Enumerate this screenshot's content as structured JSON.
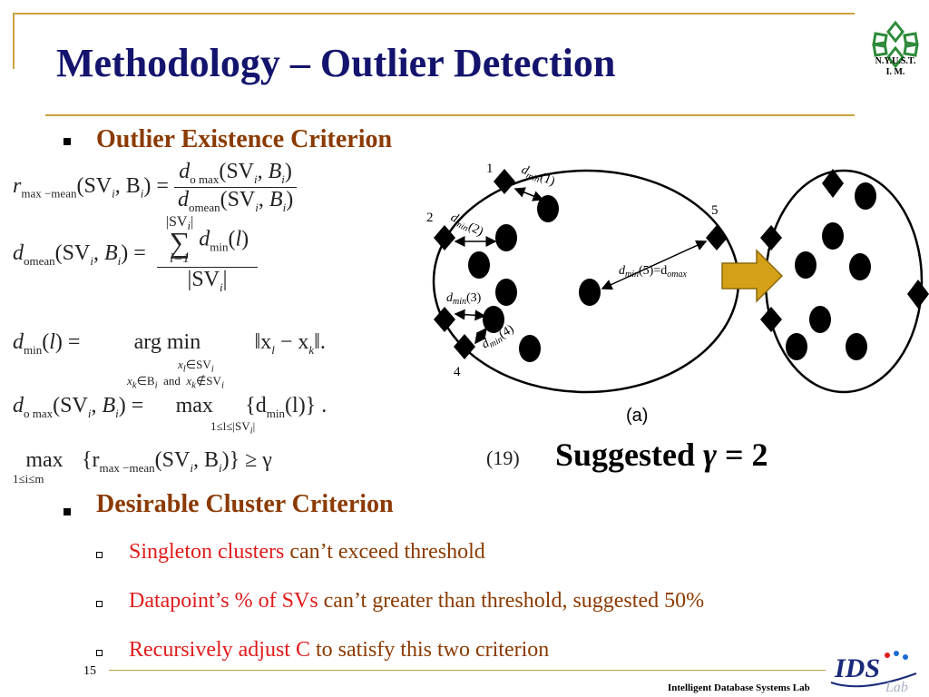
{
  "slide": {
    "title": "Methodology – Outlier Detection",
    "logo_text_line1": "N.Y.U.S.T.",
    "logo_text_line2": "I. M.",
    "page_number": "15",
    "lab_name": "Intelligent Database Systems Lab",
    "lab_logo_text": "IDS",
    "lab_logo_script": "Lab"
  },
  "section1": {
    "heading": "Outlier Existence Criterion",
    "equation_number": "(19)",
    "suggested_prefix": "Suggested ",
    "suggested_symbol": "γ",
    "suggested_suffix": " = 2"
  },
  "equations": {
    "e1_lhs": "r",
    "e1_lhs_sub": "max −mean",
    "e1_lhs_args": "(SV",
    "e1_lhs_args2": ", B",
    "e1_num": "d",
    "e1_num_sub": "o max",
    "e1_den": "d",
    "e1_den_sub": "omean",
    "e2_lhs": "d",
    "e2_lhs_sub": "omean",
    "e2_sum_top": "|SV",
    "e2_sum_sym": "∑",
    "e2_sum_bottom": "l=1",
    "e2_term": "d",
    "e2_term_sub": "min",
    "e2_den": "|SV",
    "e3_lhs": "d",
    "e3_lhs_sub": "min",
    "e3_op": "arg min",
    "e3_op_sub1": "x",
    "e3_op_sub1b": "l",
    "e3_op_sub1c": "∈SV",
    "e3_op_sub2": "x",
    "e3_op_sub2b": "k",
    "e3_op_sub2c": "∈B",
    "e3_and": "and",
    "e3_op_sub2d": "x",
    "e3_op_sub2e": "k",
    "e3_op_sub2f": "∉SV",
    "e3_rhs": "‖x",
    "e3_rhs_b": "l",
    "e3_rhs_c": " − x",
    "e3_rhs_d": "k",
    "e3_rhs_e": "‖.",
    "e4_lhs": "d",
    "e4_lhs_sub": "o max",
    "e4_op": "max",
    "e4_op_sub": "1≤l≤|SV",
    "e4_rhs": "{d",
    "e4_rhs_sub": "min",
    "e4_rhs_b": "(l)} .",
    "e5_op": "max",
    "e5_op_sub": "1≤i≤m",
    "e5_rhs": "{r",
    "e5_rhs_sub": "max −mean",
    "e5_rhs_b": "(SV",
    "e5_rhs_c": ", B",
    "e5_rhs_d": ")} ≥ γ"
  },
  "diagram": {
    "caption": "(a)",
    "label_1": "1",
    "label_2": "2",
    "label_4": "4",
    "label_5": "5",
    "dmin1": "d",
    "dmin1_sub": "min",
    "dmin1_arg": "(1)",
    "dmin2": "d",
    "dmin2_sub": "min",
    "dmin2_arg": "(2)",
    "dmin3": "d",
    "dmin3_sub": "min",
    "dmin3_arg": "(3)",
    "dmin4": "d",
    "dmin4_sub": "min",
    "dmin4_arg": "(4)",
    "dmin5": "d",
    "dmin5_sub": "min",
    "dmin5_arg": "(5)=d",
    "dmin5_sub2": "omax",
    "arrow_color": "#d4a017"
  },
  "section2": {
    "heading": "Desirable Cluster Criterion",
    "items": [
      {
        "red": "Singleton clusters",
        "brown": " can’t exceed threshold"
      },
      {
        "red": "Datapoint’s % of SVs",
        "brown": " can’t greater than threshold, suggested 50%"
      },
      {
        "red": "Recursively adjust C",
        "brown": " to satisfy this two criterion"
      }
    ]
  },
  "colors": {
    "title": "#14146e",
    "heading": "#8b3a00",
    "highlight": "#e01b1b",
    "rule": "#c9a43a",
    "logo_green": "#2e8b3a"
  }
}
